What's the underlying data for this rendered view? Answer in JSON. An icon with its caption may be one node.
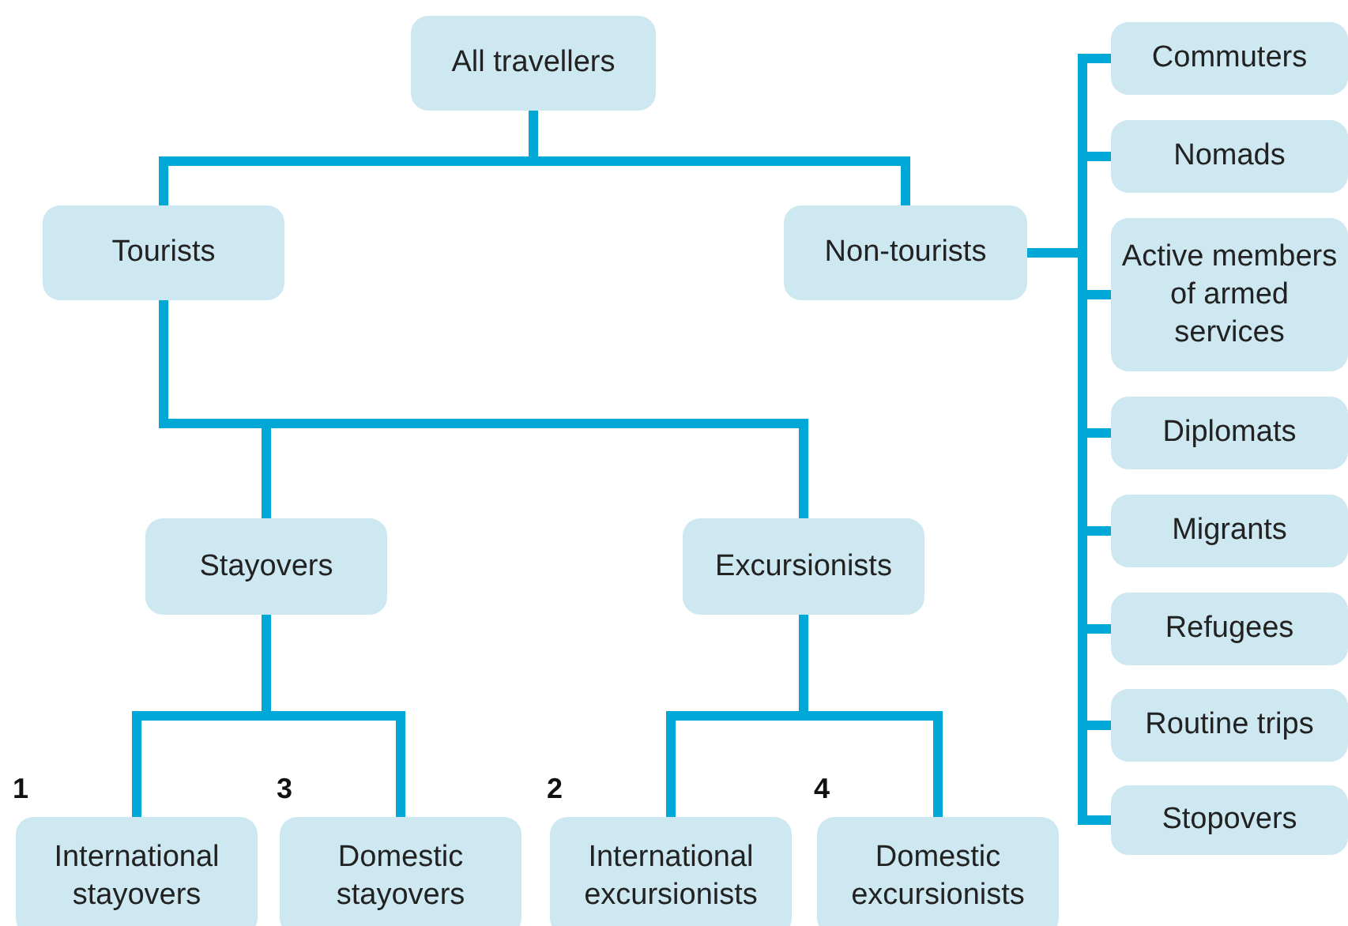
{
  "diagram": {
    "nodes": [
      {
        "text": [
          "All travellers"
        ]
      },
      {
        "text": [
          "Tourists"
        ]
      },
      {
        "text": [
          "Non-tourists"
        ]
      },
      {
        "text": [
          "Commuters"
        ]
      },
      {
        "text": [
          "Nomads"
        ]
      },
      {
        "text": [
          "Active members of armed services"
        ]
      },
      {
        "text": [
          "Diplomats"
        ]
      },
      {
        "text": [
          "Migrants"
        ]
      },
      {
        "text": [
          "Refugees"
        ]
      },
      {
        "text": [
          "Routine trips"
        ]
      },
      {
        "text": [
          "Stopovers"
        ]
      },
      {
        "text": [
          "Stayovers"
        ]
      },
      {
        "text": [
          "Excursionists"
        ]
      },
      {
        "text": [
          "International stayovers"
        ],
        "beside": [
          "1"
        ]
      },
      {
        "text": [
          "Domestic stayovers"
        ],
        "beside": [
          "3"
        ]
      },
      {
        "text": [
          "International excursionists"
        ],
        "beside": [
          "2"
        ]
      },
      {
        "text": [
          "Domestic excursionists"
        ],
        "beside": [
          "4"
        ]
      }
    ],
    "edges": [
      {
        "from": 0,
        "to": 1,
        "arrow": "none"
      },
      {
        "from": 0,
        "to": 2,
        "arrow": "none"
      },
      {
        "from": 2,
        "to": 3,
        "arrow": "none"
      },
      {
        "from": 2,
        "to": 4,
        "arrow": "none"
      },
      {
        "from": 2,
        "to": 5,
        "arrow": "none"
      },
      {
        "from": 2,
        "to": 6,
        "arrow": "none"
      },
      {
        "from": 2,
        "to": 7,
        "arrow": "none"
      },
      {
        "from": 2,
        "to": 8,
        "arrow": "none"
      },
      {
        "from": 2,
        "to": 9,
        "arrow": "none"
      },
      {
        "from": 2,
        "to": 10,
        "arrow": "none"
      },
      {
        "from": 1,
        "to": 11,
        "arrow": "none"
      },
      {
        "from": 1,
        "to": 12,
        "arrow": "none"
      },
      {
        "from": 11,
        "to": 13,
        "arrow": "none"
      },
      {
        "from": 11,
        "to": 14,
        "arrow": "none"
      },
      {
        "from": 12,
        "to": 15,
        "arrow": "none"
      },
      {
        "from": 12,
        "to": 16,
        "arrow": "none"
      }
    ]
  }
}
